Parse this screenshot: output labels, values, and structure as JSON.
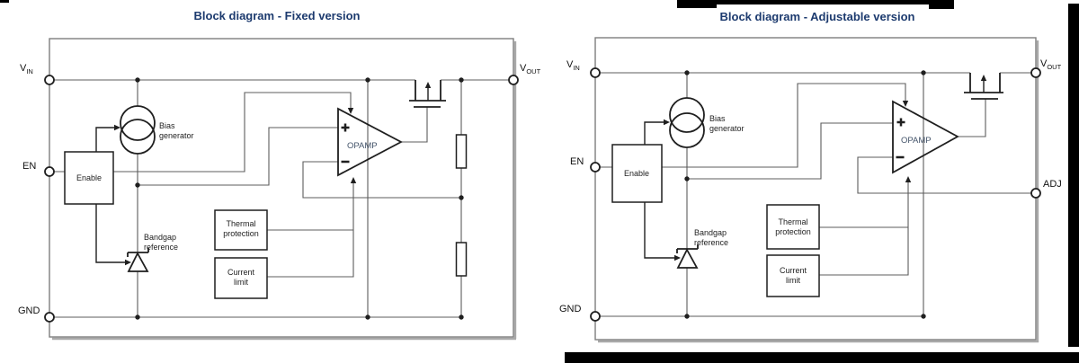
{
  "colors": {
    "background": "#ffffff",
    "title_navy": "#1c3a6e",
    "wire_gray": "#5c5c5c",
    "component_black": "#1f1f1f",
    "outline_gray": "#7d7d7d",
    "shadow_gray": "#a9a9a9",
    "opamp_label": "#44546a",
    "label_black": "#111111",
    "artifact_black": "#000000"
  },
  "fixed": {
    "title": "Block diagram - Fixed version",
    "pins": {
      "vin_main": "V",
      "vin_sub": "IN",
      "en": "EN",
      "gnd": "GND",
      "vout_main": "V",
      "vout_sub": "OUT"
    },
    "blocks": {
      "bias_line1": "Bias",
      "bias_line2": "generator",
      "enable": "Enable",
      "bandgap_line1": "Bandgap",
      "bandgap_line2": "reference",
      "thermal_line1": "Thermal",
      "thermal_line2": "protection",
      "current_line1": "Current",
      "current_line2": "limit",
      "opamp": "OPAMP"
    }
  },
  "adjustable": {
    "title": "Block diagram - Adjustable version",
    "pins": {
      "vin_main": "V",
      "vin_sub": "IN",
      "en": "EN",
      "gnd": "GND",
      "vout_main": "V",
      "vout_sub": "OUT",
      "adj": "ADJ"
    },
    "blocks": {
      "bias_line1": "Bias",
      "bias_line2": "generator",
      "enable": "Enable",
      "bandgap_line1": "Bandgap",
      "bandgap_line2": "reference",
      "thermal_line1": "Thermal",
      "thermal_line2": "protection",
      "current_line1": "Current",
      "current_line2": "limit",
      "opamp": "OPAMP"
    }
  }
}
